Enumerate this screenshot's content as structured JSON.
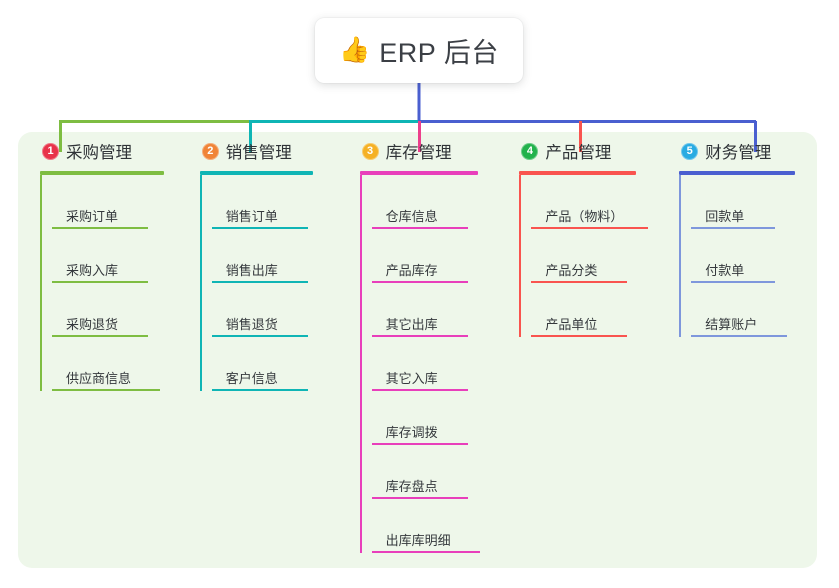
{
  "root": {
    "icon": "thumbs-up-icon",
    "emoji": "👍",
    "title": "ERP 后台"
  },
  "panel": {
    "background_color": "#eef7ea"
  },
  "columns": [
    {
      "number": "1",
      "title": "采购管理",
      "badge_color": "#E8334A",
      "line_color": "#7EBD42",
      "connector_color": "#7EBD42",
      "items": [
        {
          "label": "采购订单",
          "width": 96
        },
        {
          "label": "采购入库",
          "width": 96
        },
        {
          "label": "采购退货",
          "width": 96
        },
        {
          "label": "供应商信息",
          "width": 108
        }
      ],
      "rule_width": 124
    },
    {
      "number": "2",
      "title": "销售管理",
      "badge_color": "#F08437",
      "line_color": "#0FB5B5",
      "connector_color": "#0FB5B5",
      "items": [
        {
          "label": "销售订单",
          "width": 96
        },
        {
          "label": "销售出库",
          "width": 96
        },
        {
          "label": "销售退货",
          "width": 96
        },
        {
          "label": "客户信息",
          "width": 96
        }
      ],
      "rule_width": 113
    },
    {
      "number": "3",
      "title": "库存管理",
      "badge_color": "#F5B125",
      "line_color": "#E83FBB",
      "connector_color": "#ED3F8C",
      "items": [
        {
          "label": "仓库信息",
          "width": 96
        },
        {
          "label": "产品库存",
          "width": 96
        },
        {
          "label": "其它出库",
          "width": 96
        },
        {
          "label": "其它入库",
          "width": 96
        },
        {
          "label": "库存调拨",
          "width": 96
        },
        {
          "label": "库存盘点",
          "width": 96
        },
        {
          "label": "出库库明细",
          "width": 108
        }
      ],
      "rule_width": 118
    },
    {
      "number": "4",
      "title": "产品管理",
      "badge_color": "#22B24C",
      "line_color": "#F9544F",
      "connector_color": "#F9544F",
      "items": [
        {
          "label": "产品（物料）",
          "width": 117
        },
        {
          "label": "产品分类",
          "width": 96
        },
        {
          "label": "产品单位",
          "width": 96
        }
      ],
      "rule_width": 117
    },
    {
      "number": "5",
      "title": "财务管理",
      "badge_color": "#29ABE2",
      "line_color": "#4A5FD0",
      "item_line_color": "#7E97DC",
      "connector_color": "#4A5FD0",
      "items": [
        {
          "label": "回款单",
          "width": 84
        },
        {
          "label": "付款单",
          "width": 84
        },
        {
          "label": "结算账户",
          "width": 96
        }
      ],
      "rule_width": 116
    }
  ],
  "connectors": {
    "trunk_color": "#4A5FD0",
    "segments": [
      {
        "name": "segment-1",
        "color": "#7EBD42"
      },
      {
        "name": "segment-2",
        "color": "#0FB5B5"
      },
      {
        "name": "segment-3",
        "color": "#ED3F8C"
      },
      {
        "name": "segment-4",
        "color": "#F9544F"
      },
      {
        "name": "segment-5",
        "color": "#4A5FD0"
      }
    ]
  }
}
